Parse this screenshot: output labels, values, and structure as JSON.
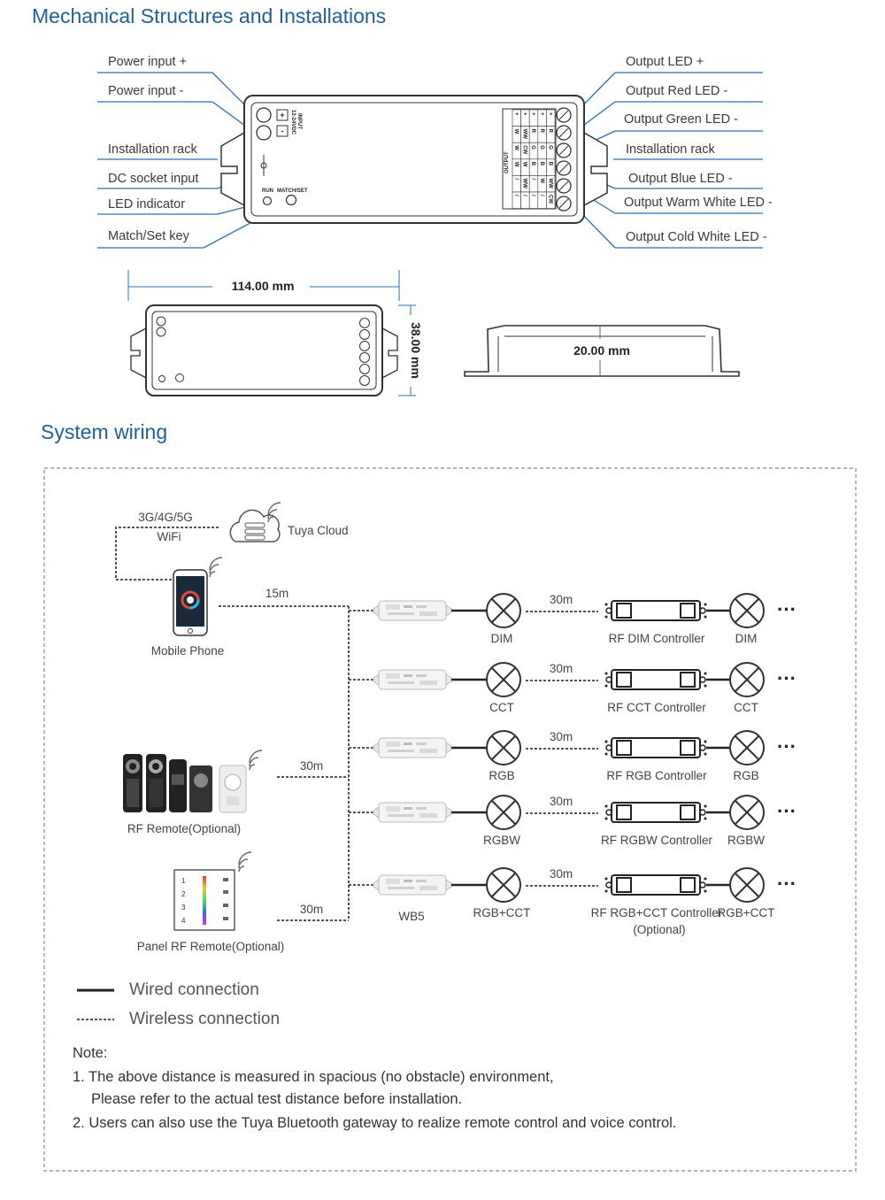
{
  "section1": {
    "title": "Mechanical Structures and Installations",
    "left_labels": [
      "Power input +",
      "Power input -",
      "Installation rack",
      "DC socket input",
      "LED indicator",
      "Match/Set key"
    ],
    "right_labels": [
      "Output LED +",
      "Output Red LED -",
      "Output Green LED -",
      "Installation rack",
      "Output Blue LED -",
      "Output Warm White LED -",
      "Output Cold White LED -"
    ],
    "device_text": {
      "input": "INPUT",
      "input_voltage": "12-24VDC",
      "plus": "+",
      "minus": "-",
      "run": "RUN",
      "match_set": "MATCH/SET",
      "output": "OUTPUT",
      "output_grid": [
        [
          "+",
          "+",
          "+",
          "+",
          "+"
        ],
        [
          "W",
          "WW",
          "R",
          "R",
          "R"
        ],
        [
          "W",
          "CW",
          "G",
          "G",
          "G"
        ],
        [
          "W",
          "W",
          "B",
          "B",
          "B"
        ],
        [
          "/",
          "WW",
          "/",
          "W",
          "WW"
        ],
        [
          "/",
          "/",
          "/",
          "/",
          "CW"
        ]
      ]
    },
    "dimensions": {
      "length": "114.00 mm",
      "width": "38.00 mm",
      "height": "20.00 mm"
    }
  },
  "section2": {
    "title": "System wiring",
    "network_label_1": "3G/4G/5G",
    "network_label_2": "WiFi",
    "cloud_label": "Tuya Cloud",
    "phone_label": "Mobile Phone",
    "phone_distance": "15m",
    "rf_remote_label": "RF Remote(Optional)",
    "rf_remote_distance": "30m",
    "panel_label": "Panel RF Remote(Optional)",
    "panel_distance": "30m",
    "panel_keys": [
      "1",
      "2",
      "3",
      "4"
    ],
    "device_model": "WB5",
    "rows": [
      {
        "lamp": "DIM",
        "distance": "30m",
        "controller": "RF DIM Controller",
        "end": "DIM",
        "note": ""
      },
      {
        "lamp": "CCT",
        "distance": "30m",
        "controller": "RF CCT Controller",
        "end": "CCT",
        "note": ""
      },
      {
        "lamp": "RGB",
        "distance": "30m",
        "controller": "RF RGB Controller",
        "end": "RGB",
        "note": ""
      },
      {
        "lamp": "RGBW",
        "distance": "30m",
        "controller": "RF RGBW Controller",
        "end": "RGBW",
        "note": ""
      },
      {
        "lamp": "RGB+CCT",
        "distance": "30m",
        "controller": "RF RGB+CCT Controller",
        "end": "RGB+CCT",
        "note": "(Optional)"
      }
    ],
    "ellipsis": "···",
    "legend": {
      "wired": "Wired connection",
      "wireless": "Wireless connection"
    },
    "notes": {
      "heading": "Note:",
      "line1": "1. The above distance is measured in spacious (no obstacle) environment,",
      "line1b": "Please refer to the actual test distance before installation.",
      "line2": "2.  Users can also use the Tuya Bluetooth gateway to realize remote control and voice control."
    }
  },
  "colors": {
    "title_blue": "#1f5f9a",
    "line_blue": "#2e6fb0",
    "frame_gray": "#888888",
    "text_gray": "#3a3a3a"
  }
}
